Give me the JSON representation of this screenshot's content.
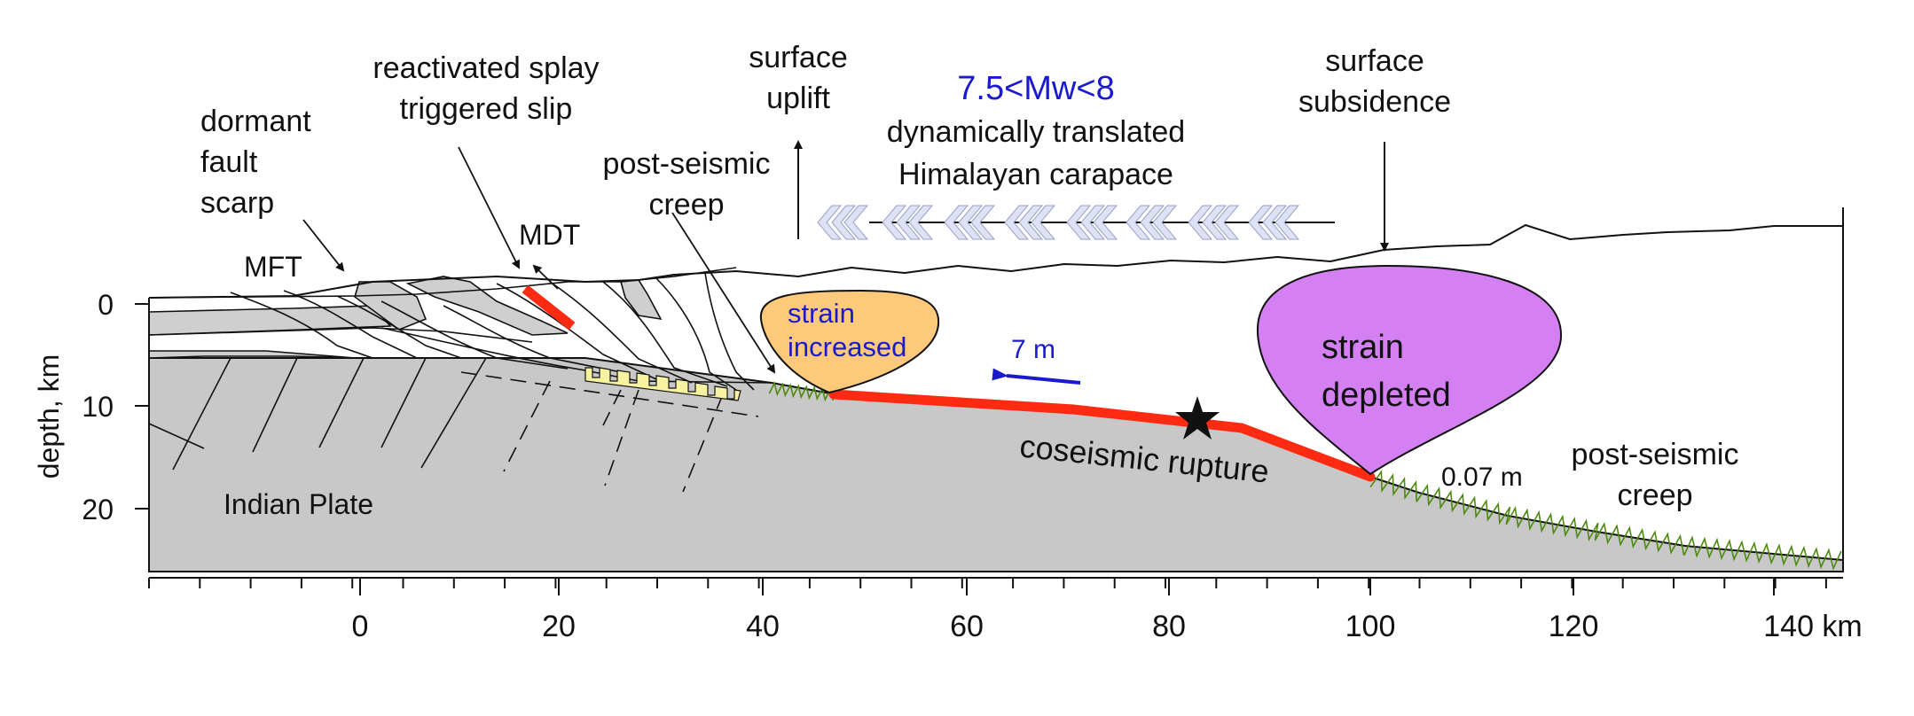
{
  "labels": {
    "dormant_scarp": [
      "dormant",
      "fault",
      "scarp"
    ],
    "reactivated_splay": [
      "reactivated splay",
      "triggered slip"
    ],
    "surface_uplift": [
      "surface",
      "uplift"
    ],
    "magnitude": "7.5<Mw<8",
    "carapace": [
      "dynamically translated",
      "Himalayan carapace"
    ],
    "surface_subsidence": [
      "surface",
      "subsidence"
    ],
    "post_seismic_creep_upper": [
      "post-seismic",
      "creep"
    ],
    "post_seismic_creep_lower": [
      "post-seismic",
      "creep"
    ],
    "mft": "MFT",
    "mdt": "MDT",
    "strain_increased": [
      "strain",
      "increased"
    ],
    "strain_depleted": [
      "strain",
      "depleted"
    ],
    "slip_coseismic": "7 m",
    "slip_postseismic": "0.07 m",
    "coseismic_rupture": "coseismic rupture",
    "indian_plate": "Indian Plate"
  },
  "axes": {
    "y_label": "depth, km",
    "y_ticks": [
      "0",
      "10",
      "20"
    ],
    "x_ticks": [
      "0",
      "20",
      "40",
      "60",
      "80",
      "100",
      "120",
      "140 km"
    ]
  },
  "colors": {
    "rupture": "#ff2a12",
    "strain_increased": "#fdc97a",
    "strain_depleted": "#d47ff2",
    "plate": "#c8c8c8",
    "creep": "#8fd43a",
    "locked_patch": "#f7f2a0",
    "arrows": "#dfe2f5",
    "text_blue": "#1a1acc"
  },
  "icons": {
    "hypocenter": "star-icon"
  }
}
